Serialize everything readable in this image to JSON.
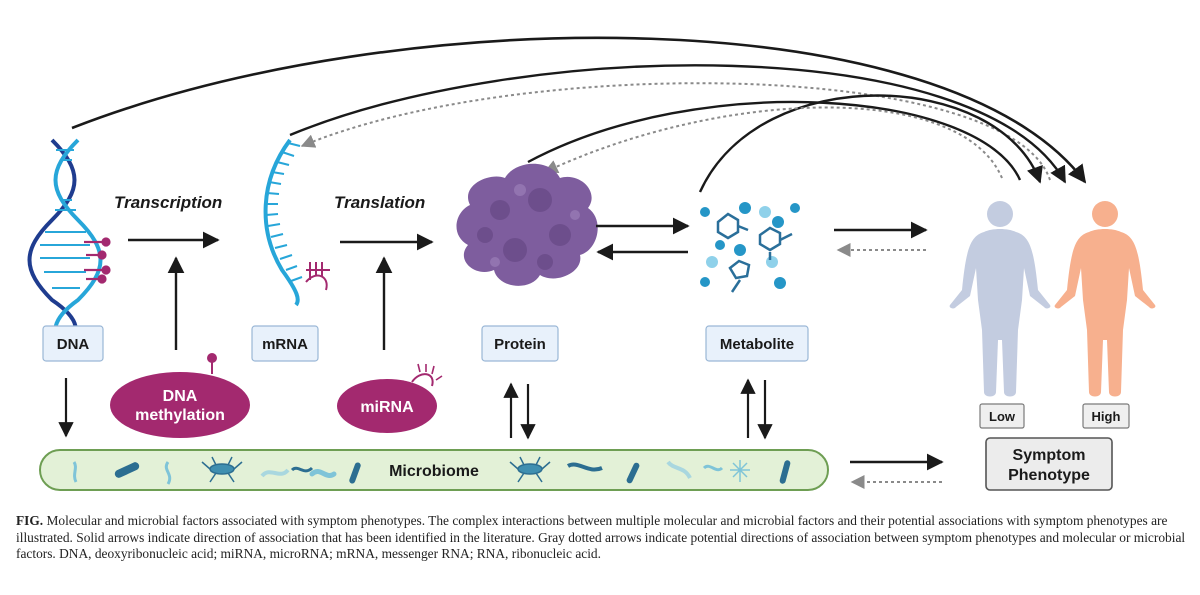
{
  "labels": {
    "dna": "DNA",
    "mrna": "mRNA",
    "protein": "Protein",
    "metabolite": "Metabolite",
    "transcription": "Transcription",
    "translation": "Translation",
    "dna_methylation_line1": "DNA",
    "dna_methylation_line2": "methylation",
    "mirna": "miRNA",
    "microbiome": "Microbiome",
    "low": "Low",
    "high": "High",
    "symptom_line1": "Symptom",
    "symptom_line2": "Phenotype"
  },
  "caption": {
    "prefix": "FIG.",
    "text": "Molecular and microbial factors associated with symptom phenotypes. The complex interactions between multiple molecular and microbial factors and their potential associations with symptom phenotypes are illustrated. Solid arrows indicate direction of association that has been identified in the literature. Gray dotted arrows indicate potential directions of association between symptom phenotypes and molecular or microbial factors. DNA, deoxyribonucleic acid; miRNA, microRNA; mRNA, messenger RNA; RNA, ribonucleic acid."
  },
  "colors": {
    "label_box_fill": "#e8f1fb",
    "label_box_stroke": "#9ab7d6",
    "dna_blue": "#1f3c8f",
    "dna_cyan": "#27a6d9",
    "methyl_magenta": "#a3296f",
    "protein_purple": "#7e5d9e",
    "metabolite_blue": "#2596c7",
    "microbiome_fill": "#e3f1d7",
    "microbiome_stroke": "#6e9e53",
    "human_low": "#c3cce0",
    "human_high": "#f7b08e",
    "solid_arrow": "#1a1a1a",
    "dotted_arrow": "#8a8a8a"
  },
  "icons": [
    "dna-helix-icon",
    "mrna-strand-icon",
    "protein-blob-icon",
    "metabolite-molecules-icon",
    "human-low-icon",
    "human-high-icon",
    "bacteria-icon"
  ]
}
